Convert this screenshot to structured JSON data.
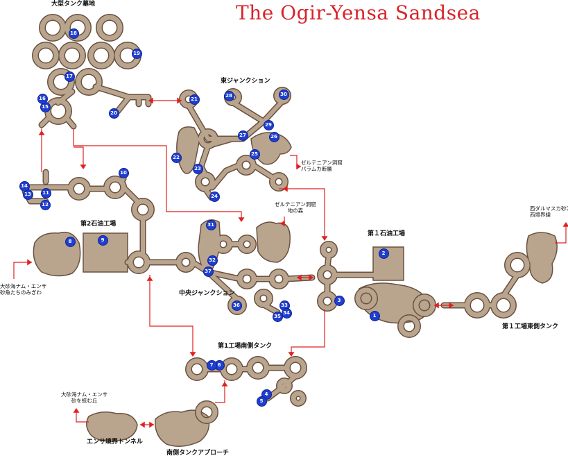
{
  "map": {
    "title": "The Ogir-Yensa Sandsea",
    "labels": {
      "large_tank_cemetery": "大型タンク墓地",
      "east_junction": "東ジャンクション",
      "zeltenian_cave_paramka": "ゼルテニアン洞窟\nパラムカ断層",
      "refinery_2": "第2石油工場",
      "zeltenian_cave_forest": "ゼルテニアン洞窟\n地の森",
      "refinery_1": "第１石油工場",
      "west_dalmasca": "西ダルマスカ砂漠\n西境界線",
      "nam_yensa_west": "大砂海ナム・エンサ\n砂魚たちのみぎわ",
      "central_junction": "中央ジャンクション",
      "factory1_east_tank": "第１工場東側タンク",
      "factory1_south_tank": "第1工場南側タンク",
      "nam_yensa_dunes": "大砂海ナム・エンサ\n砂を統む丘",
      "yensa_border_tunnel": "エンサ境界トンネル",
      "south_tank_approach": "南側タンクアプローチ"
    },
    "markers": [
      "1",
      "2",
      "3",
      "4",
      "5",
      "6",
      "7",
      "8",
      "9",
      "10",
      "11",
      "12",
      "13",
      "14",
      "15",
      "16",
      "17",
      "18",
      "19",
      "20",
      "21",
      "22",
      "23",
      "24",
      "25",
      "26",
      "27",
      "28",
      "29",
      "30",
      "31",
      "32",
      "33",
      "34",
      "35",
      "36",
      "37"
    ],
    "colors": {
      "title": "#d8232a",
      "route": "#e02020",
      "terrain": "#b9a48e",
      "outline": "#6a5140",
      "marker": "#1f3fd0"
    }
  }
}
